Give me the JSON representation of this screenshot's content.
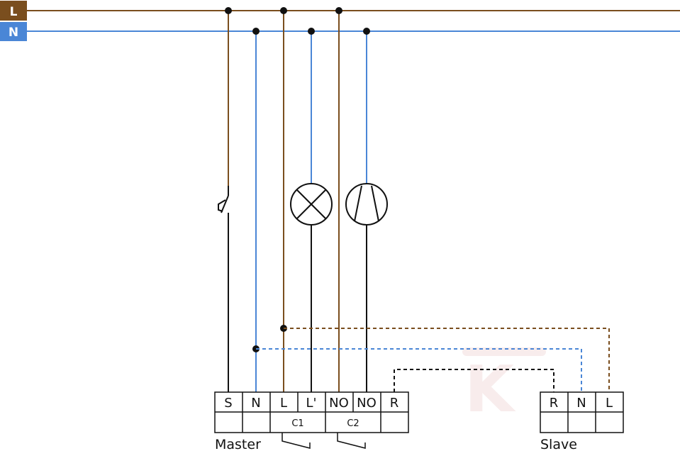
{
  "colors": {
    "live": "#7a4e1e",
    "neutral": "#4a86d6",
    "black": "#111111",
    "watermark": "#f3dede"
  },
  "supply": {
    "live_label": "L",
    "neutral_label": "N"
  },
  "master": {
    "label": "Master",
    "terminals": [
      "S",
      "N",
      "L",
      "L'",
      "NO",
      "NO",
      "R"
    ],
    "groups": [
      "C1",
      "C2"
    ]
  },
  "slave": {
    "label": "Slave",
    "terminals": [
      "R",
      "N",
      "L"
    ]
  },
  "loads": {
    "lamp_icon": "lamp-icon",
    "fluorescent_icon": "fluorescent-lamp-icon",
    "pushbutton_icon": "pushbutton-switch-icon"
  },
  "watermark": {
    "text": "K"
  }
}
